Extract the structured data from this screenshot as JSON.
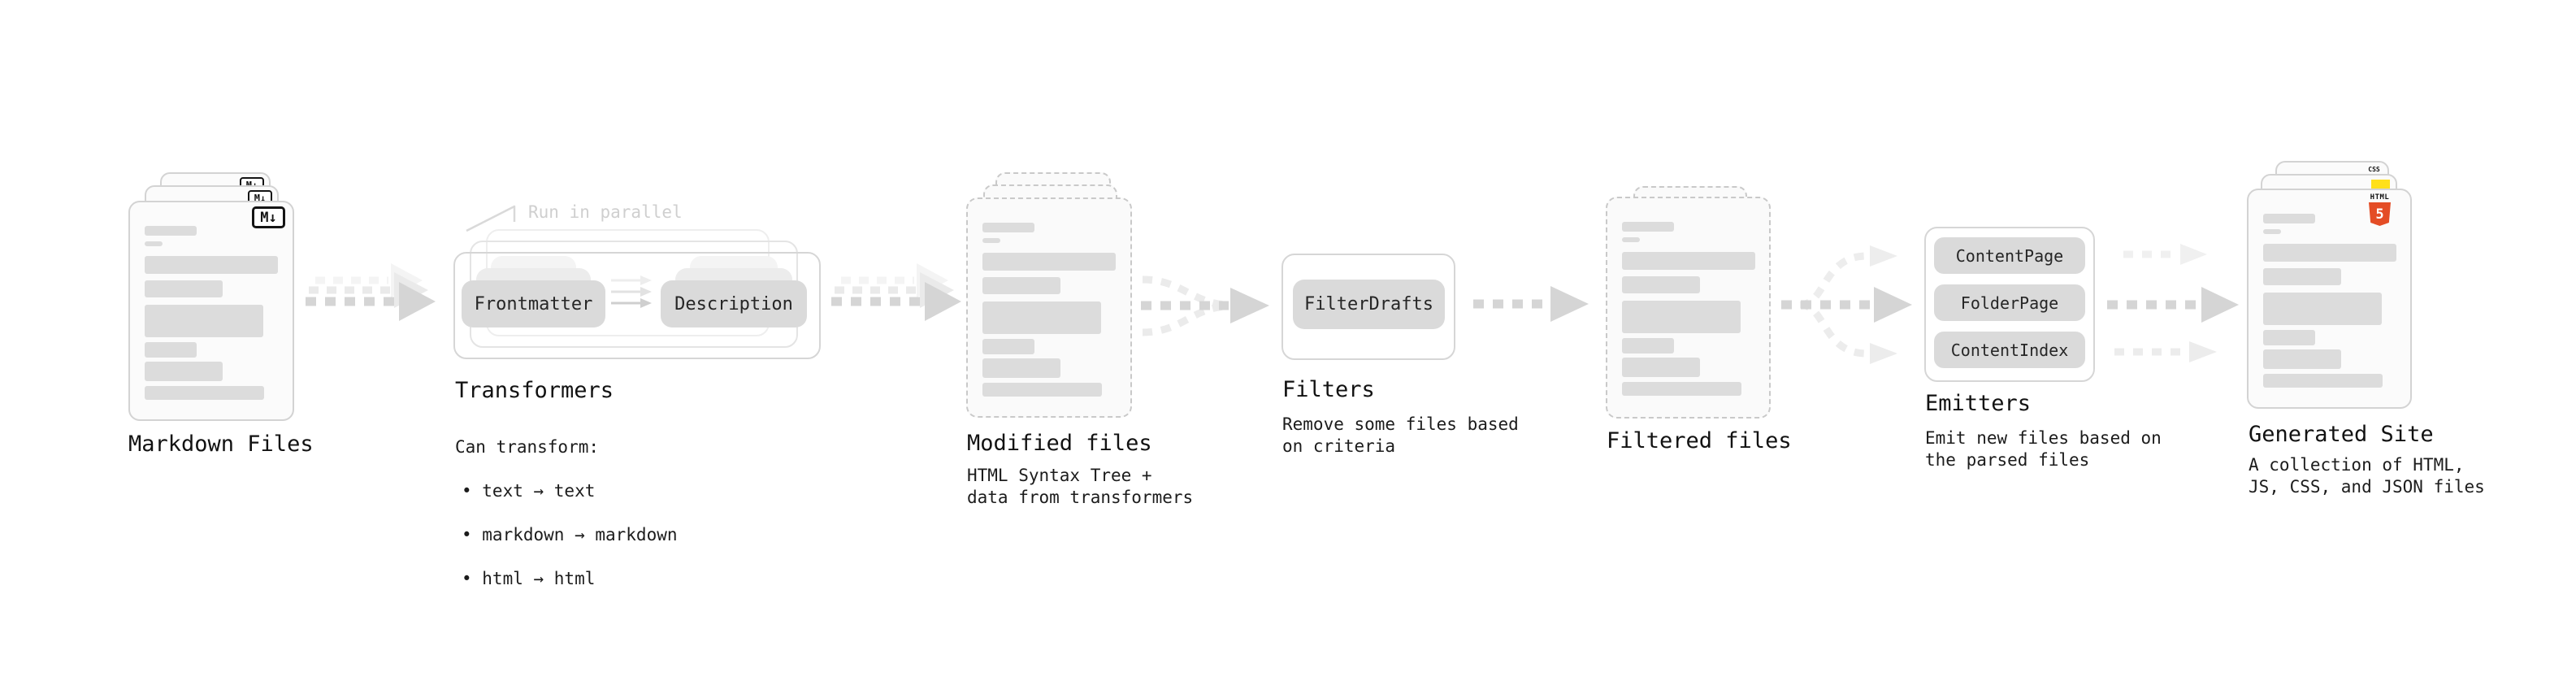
{
  "stages": {
    "markdown": {
      "label": "Markdown Files",
      "badge": "M↓"
    },
    "transformers": {
      "label": "Transformers",
      "annotation": "Run in parallel",
      "pill_left": "Frontmatter",
      "pill_right": "Description",
      "desc_title": "Can transform:",
      "bullets": [
        "• text → text",
        "• markdown → markdown",
        "• html → html"
      ]
    },
    "modified": {
      "label": "Modified files",
      "desc": "HTML Syntax Tree +\ndata from transformers"
    },
    "filters": {
      "label": "Filters",
      "pill": "FilterDrafts",
      "desc": "Remove some files based\non criteria"
    },
    "filtered": {
      "label": "Filtered files"
    },
    "emitters": {
      "label": "Emitters",
      "pills": [
        "ContentPage",
        "FolderPage",
        "ContentIndex"
      ],
      "desc": "Emit new files based on\nthe parsed files"
    },
    "generated": {
      "label": "Generated Site",
      "desc": "A collection of HTML,\nJS, CSS, and JSON files",
      "badge_html_word": "HTML",
      "badge_html_num": "5",
      "badge_css": "CSS"
    }
  },
  "colors": {
    "bar": "#dcdcdc",
    "pill": "#dadada",
    "card_border": "#d3d3d3",
    "dashed_border": "#c9c9c9",
    "arrow_main": "#d5d5d5",
    "arrow_ghost": "#ececec",
    "annotation_text": "#cfcfcf",
    "html5_orange": "#e44d26",
    "js_yellow": "#ffe01a",
    "css_blue": "#2f6bf0"
  }
}
